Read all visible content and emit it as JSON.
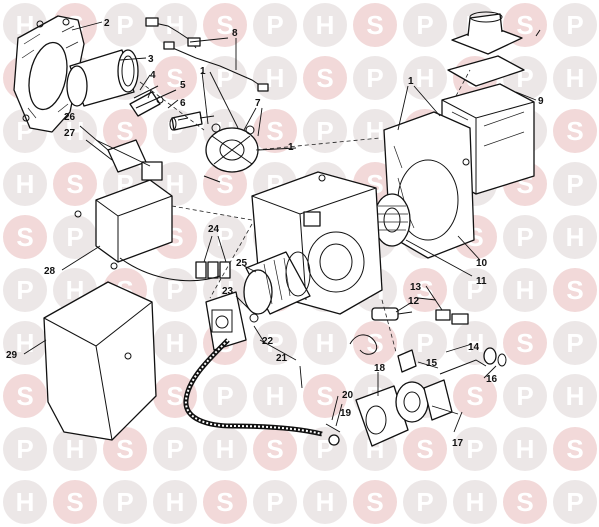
{
  "watermark": {
    "letters": [
      "H",
      "S",
      "P"
    ],
    "circle_color": "#ece7e7",
    "letter_color": "#ffffff",
    "accent_circle_color": "#f2d9d9"
  },
  "callouts": [
    {
      "id": "1a",
      "label": "1"
    },
    {
      "id": "1b",
      "label": "1"
    },
    {
      "id": "1c",
      "label": "1"
    },
    {
      "id": "2",
      "label": "2"
    },
    {
      "id": "3",
      "label": "3"
    },
    {
      "id": "4",
      "label": "4"
    },
    {
      "id": "5",
      "label": "5"
    },
    {
      "id": "6",
      "label": "6"
    },
    {
      "id": "7",
      "label": "7"
    },
    {
      "id": "8",
      "label": "8"
    },
    {
      "id": "9",
      "label": "9"
    },
    {
      "id": "10",
      "label": "10"
    },
    {
      "id": "11",
      "label": "11"
    },
    {
      "id": "12",
      "label": "12"
    },
    {
      "id": "13",
      "label": "13"
    },
    {
      "id": "14",
      "label": "14"
    },
    {
      "id": "15",
      "label": "15"
    },
    {
      "id": "16",
      "label": "16"
    },
    {
      "id": "17",
      "label": "17"
    },
    {
      "id": "18",
      "label": "18"
    },
    {
      "id": "19",
      "label": "19"
    },
    {
      "id": "20",
      "label": "20"
    },
    {
      "id": "21",
      "label": "21"
    },
    {
      "id": "22",
      "label": "22"
    },
    {
      "id": "23",
      "label": "23"
    },
    {
      "id": "24",
      "label": "24"
    },
    {
      "id": "25",
      "label": "25"
    },
    {
      "id": "26",
      "label": "26"
    },
    {
      "id": "27",
      "label": "27"
    },
    {
      "id": "28",
      "label": "28"
    },
    {
      "id": "29",
      "label": "29"
    }
  ]
}
